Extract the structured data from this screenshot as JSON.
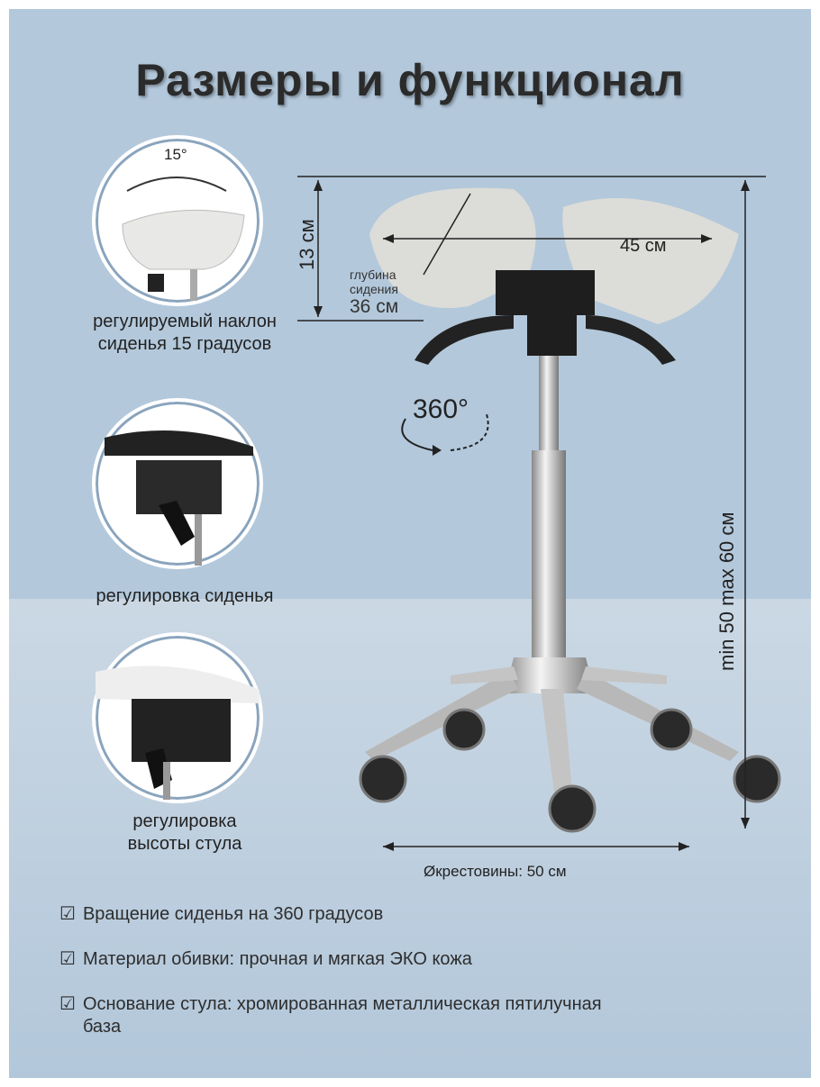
{
  "title": "Размеры и функционал",
  "callouts": [
    {
      "angle": "15°",
      "caption_line1": "регулируемый наклон",
      "caption_line2": "сиденья 15 градусов"
    },
    {
      "caption_line1": "регулировка сиденья"
    },
    {
      "caption_line1": "регулировка",
      "caption_line2": "высоты стула"
    }
  ],
  "dimensions": {
    "tilt_height": "13 см",
    "width": "45 см",
    "depth_label1": "глубина",
    "depth_label2": "сидения",
    "depth_value": "36 см",
    "rotation": "360°",
    "height": "min 50 max 60 см",
    "base": "Øкрестовины: 50 см"
  },
  "features": [
    {
      "icon": "check-icon",
      "text": "Вращение сиденья на 360 градусов"
    },
    {
      "icon": "check-icon",
      "text": "Материал обивки: прочная и мягкая ЭКО кожа"
    },
    {
      "icon": "check-icon",
      "text": "Основание стула: хромированная металлическая пятилучная база"
    }
  ]
}
